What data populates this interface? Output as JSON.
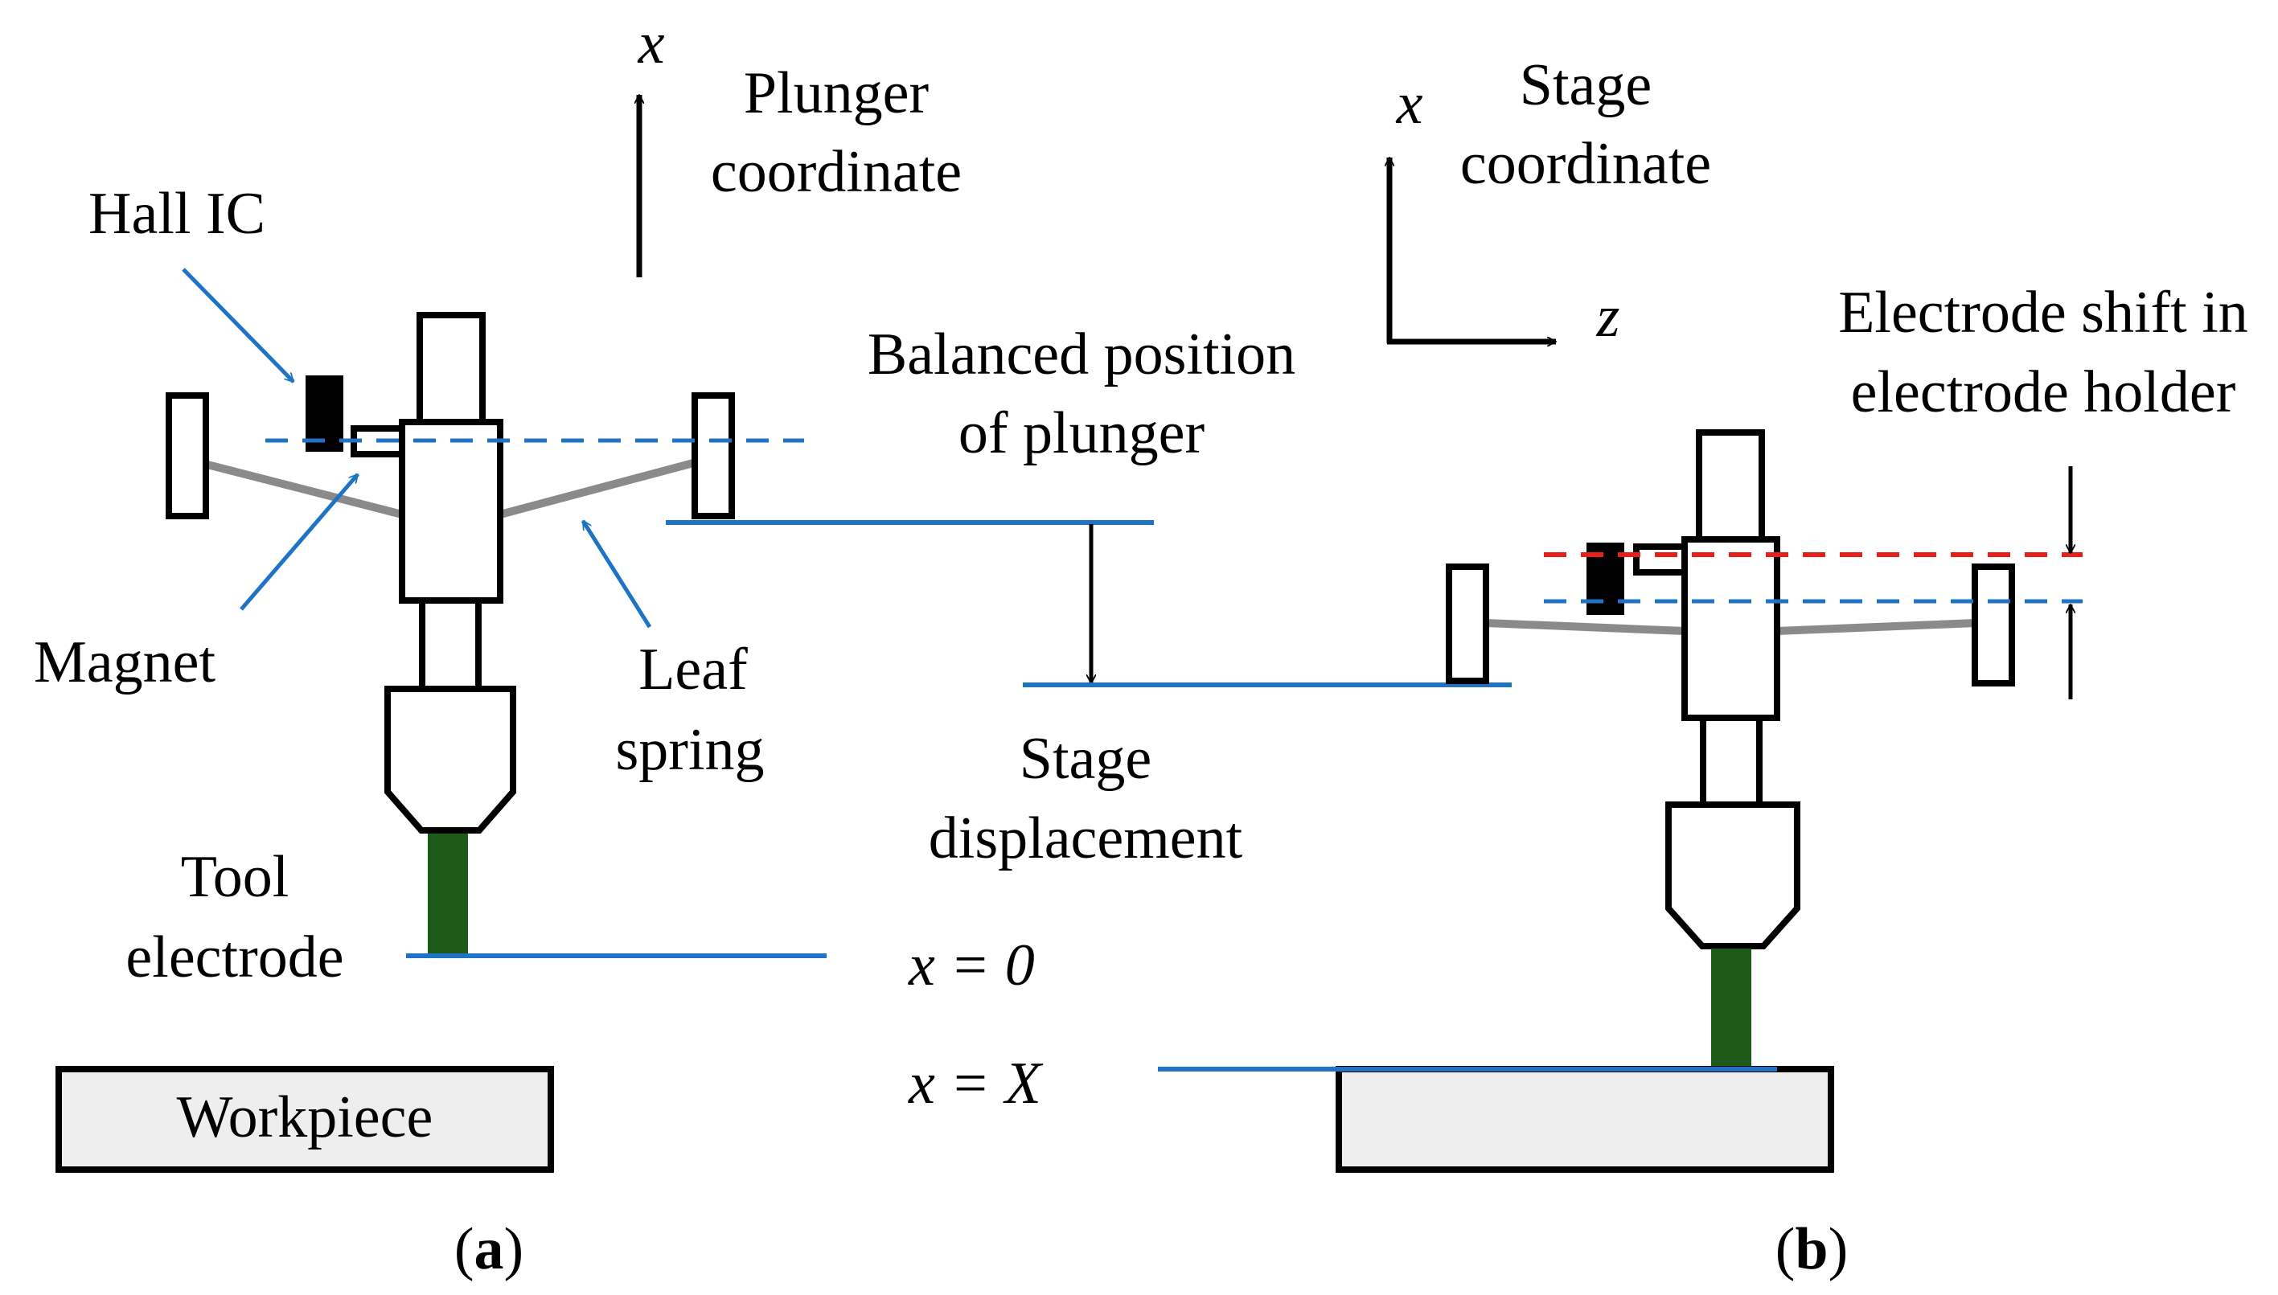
{
  "colors": {
    "outline": "#000000",
    "blue": "#1f73c4",
    "red": "#e8201c",
    "spring": "#8a8a8a",
    "electrode": "#1e5a1a",
    "workpiece_fill": "#eeeeee"
  },
  "panel_a": {
    "plunger_axis": "x",
    "plunger_coord_1": "Plunger",
    "plunger_coord_2": "coordinate",
    "hall_ic": "Hall IC",
    "magnet": "Magnet",
    "leaf_1": "Leaf",
    "leaf_2": "spring",
    "tool_1": "Tool",
    "tool_2": "electrode",
    "workpiece": "Workpiece",
    "caption_open": "(",
    "caption_letter": "a",
    "caption_close": ")"
  },
  "middle": {
    "balanced_1": "Balanced position",
    "balanced_2": "of plunger",
    "stage_1": "Stage",
    "stage_2": "displacement",
    "x_zero": "x = 0",
    "x_X": "x = X"
  },
  "panel_b": {
    "axis_x": "x",
    "axis_z": "z",
    "stage_coord_1": "Stage",
    "stage_coord_2": "coordinate",
    "shift_1": "Electrode shift in",
    "shift_2": "electrode holder",
    "caption_open": "(",
    "caption_letter": "b",
    "caption_close": ")"
  }
}
